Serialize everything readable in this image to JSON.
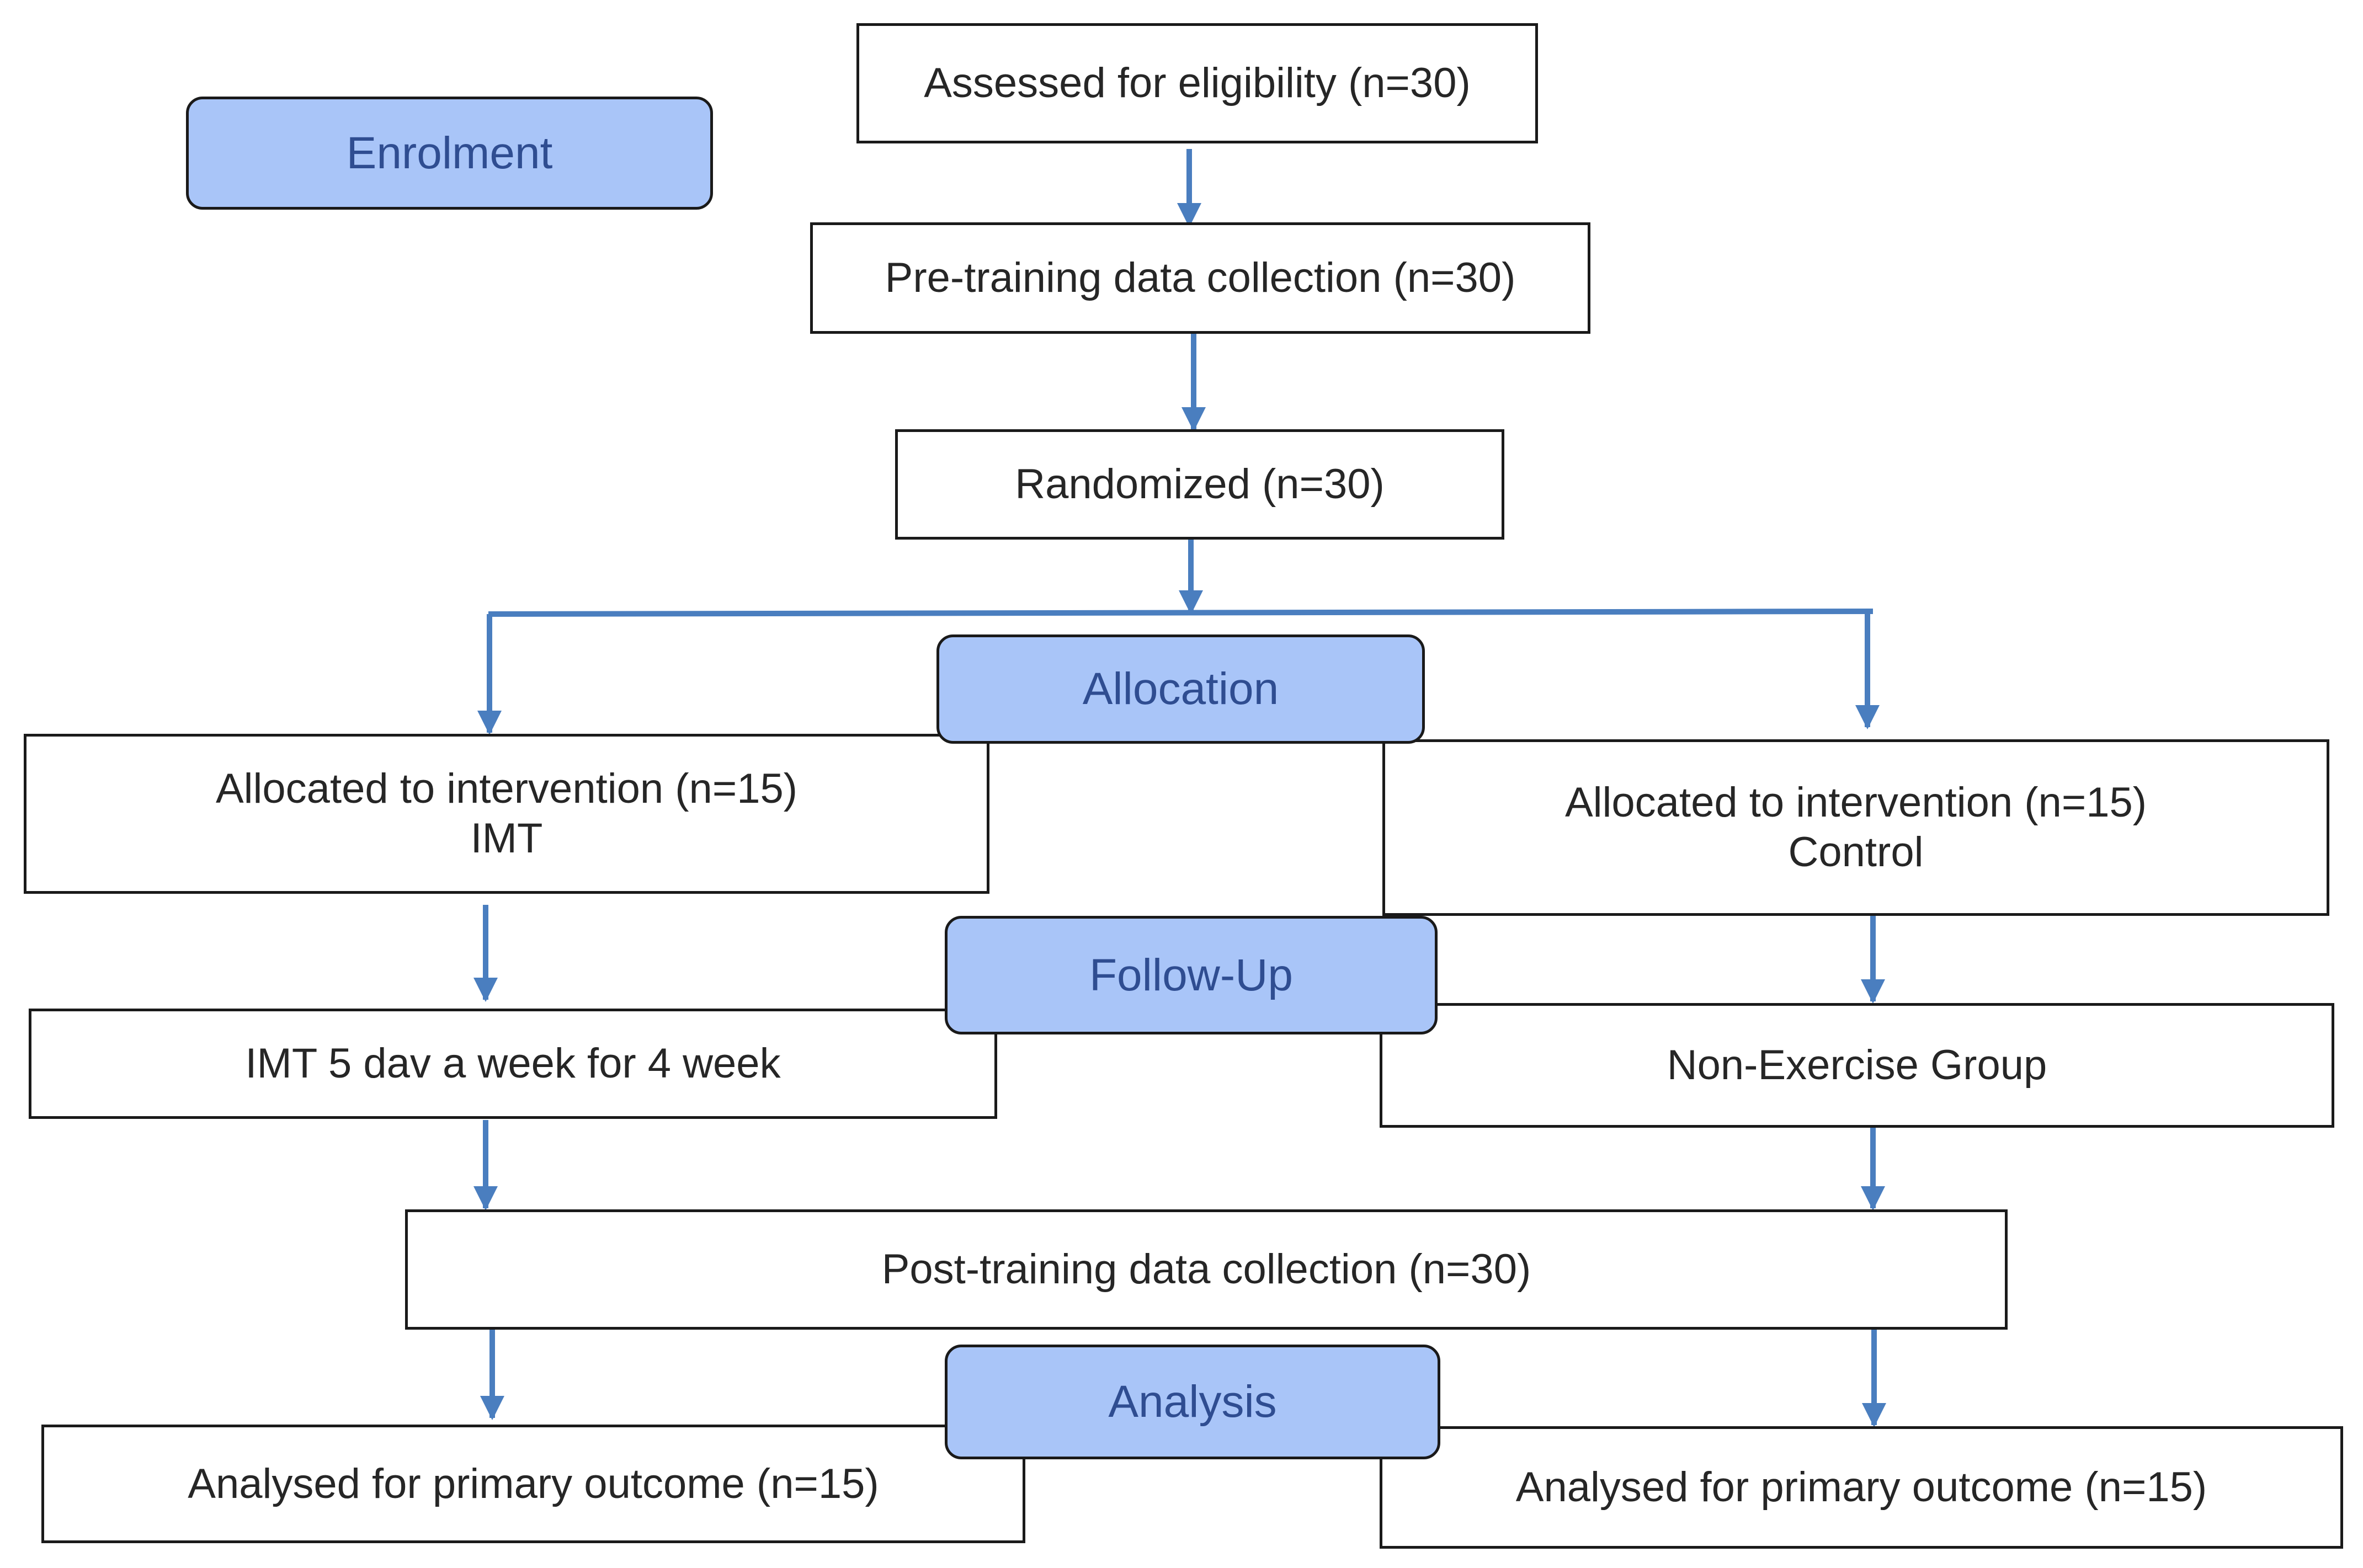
{
  "stages": {
    "enrolment": "Enrolment",
    "allocation": "Allocation",
    "follow_up": "Follow-Up",
    "analysis": "Analysis"
  },
  "boxes": {
    "assessed": "Assessed for eligibility (n=30)",
    "pre_training": "Pre-training data collection (n=30)",
    "randomized": "Randomized (n=30)",
    "allocated_imt": {
      "line1": "Allocated to intervention (n=15)",
      "line2": "IMT"
    },
    "allocated_control": {
      "line1": "Allocated to intervention (n=15)",
      "line2": "Control"
    },
    "imt_schedule": "IMT 5 dav a week for 4 week",
    "non_exercise": "Non-Exercise Group",
    "post_training": "Post-training data collection (n=30)",
    "analysed_left": "Analysed for primary outcome (n=15)",
    "analysed_right": "Analysed for primary outcome (n=15)"
  },
  "colors": {
    "arrow": "#4a7ebf",
    "stage_fill": "#a9c5f8",
    "stage_text": "#2f4d91",
    "box_border": "#1a1a1a",
    "box_text": "#262626"
  }
}
